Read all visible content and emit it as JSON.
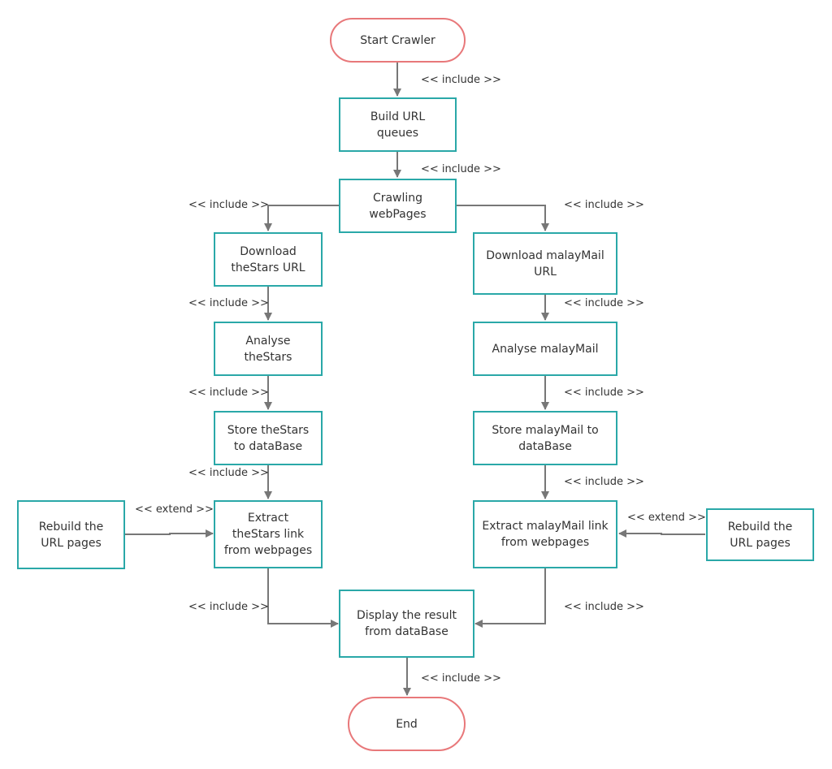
{
  "colors": {
    "box_border": "#2aa8a8",
    "terminal_border": "#e8787a",
    "arrow": "#777777",
    "text": "#333333"
  },
  "nodes": {
    "start": "Start Crawler",
    "build_queue": "Build URL\nqueues",
    "crawling": "Crawling\nwebPages",
    "download_stars": "Download\ntheStars URL",
    "download_malay": "Download malayMail\nURL",
    "analyse_stars": "Analyse\ntheStars",
    "analyse_malay": "Analyse malayMail",
    "store_stars": "Store theStars\nto dataBase",
    "store_malay": "Store malayMail to\ndataBase",
    "rebuild_left": "Rebuild the\nURL pages",
    "extract_stars": "Extract\ntheStars link\nfrom webpages",
    "extract_malay": "Extract malayMail link\nfrom webpages",
    "rebuild_right": "Rebuild the\nURL pages",
    "display": "Display the result\nfrom dataBase",
    "end": "End"
  },
  "labels": {
    "include": "<< include >>",
    "extend": "<< extend >>"
  }
}
